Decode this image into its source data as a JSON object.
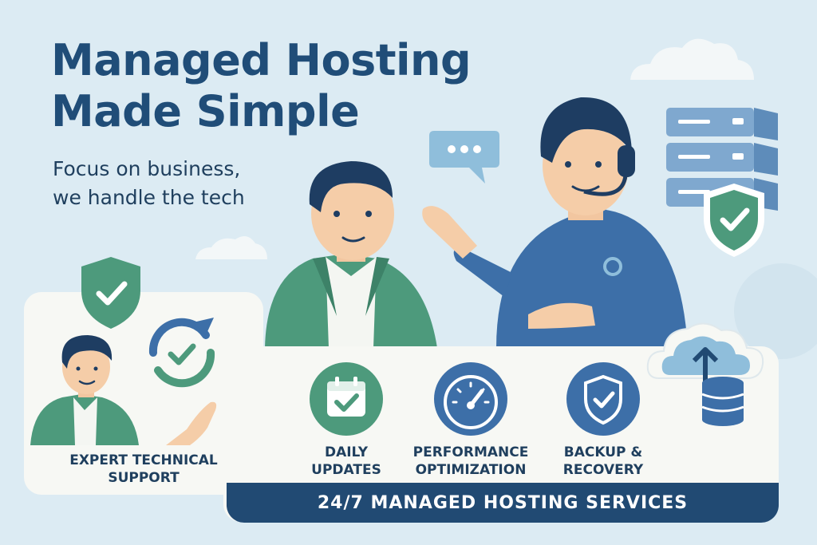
{
  "headline": {
    "line1": "Managed Hosting",
    "line2": "Made Simple"
  },
  "tagline": {
    "line1": "Focus on business,",
    "line2": "we handle the tech"
  },
  "support_card": {
    "line1": "EXPERT TECHNICAL",
    "line2": "SUPPORT"
  },
  "features": [
    {
      "line1": "DAILY",
      "line2": "UPDATES",
      "icon": "calendar-check-icon"
    },
    {
      "line1": "PERFORMANCE",
      "line2": "OPTIMIZATION",
      "icon": "speedometer-icon"
    },
    {
      "line1": "BACKUP &",
      "line2": "RECOVERY",
      "icon": "shield-check-icon"
    }
  ],
  "banner": {
    "text": "24/7 MANAGED HOSTING SERVICES"
  },
  "colors": {
    "background": "#dcebf3",
    "navy": "#214a73",
    "blue": "#3d6fa8",
    "green": "#4d9a7c",
    "card": "#f7f8f4"
  }
}
